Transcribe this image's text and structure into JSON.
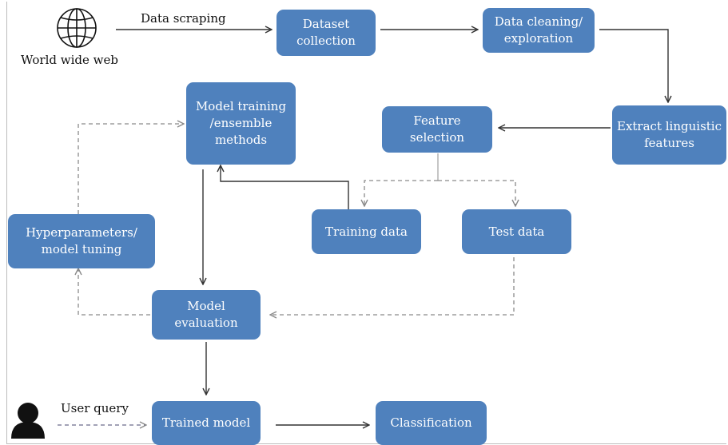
{
  "nodes": {
    "dataset_collection": "Dataset\ncollection",
    "data_cleaning": "Data cleaning/\nexploration",
    "extract_features": "Extract linguistic\nfeatures",
    "feature_selection": "Feature\nselection",
    "model_training": "Model training\n/ensemble\nmethods",
    "training_data": "Training data",
    "test_data": "Test data",
    "hyperparameters": "Hyperparameters/\nmodel tuning",
    "model_evaluation": "Model\nevaluation",
    "trained_model": "Trained model",
    "classification": "Classification"
  },
  "labels": {
    "world_wide_web": "World wide web",
    "data_scraping": "Data scraping",
    "user_query": "User query"
  },
  "icons": {
    "globe": "globe-icon",
    "user": "user-icon"
  },
  "colors": {
    "node_fill": "#4f81bd",
    "edge": "#333333",
    "dashed_edge": "#8a8a8a"
  }
}
